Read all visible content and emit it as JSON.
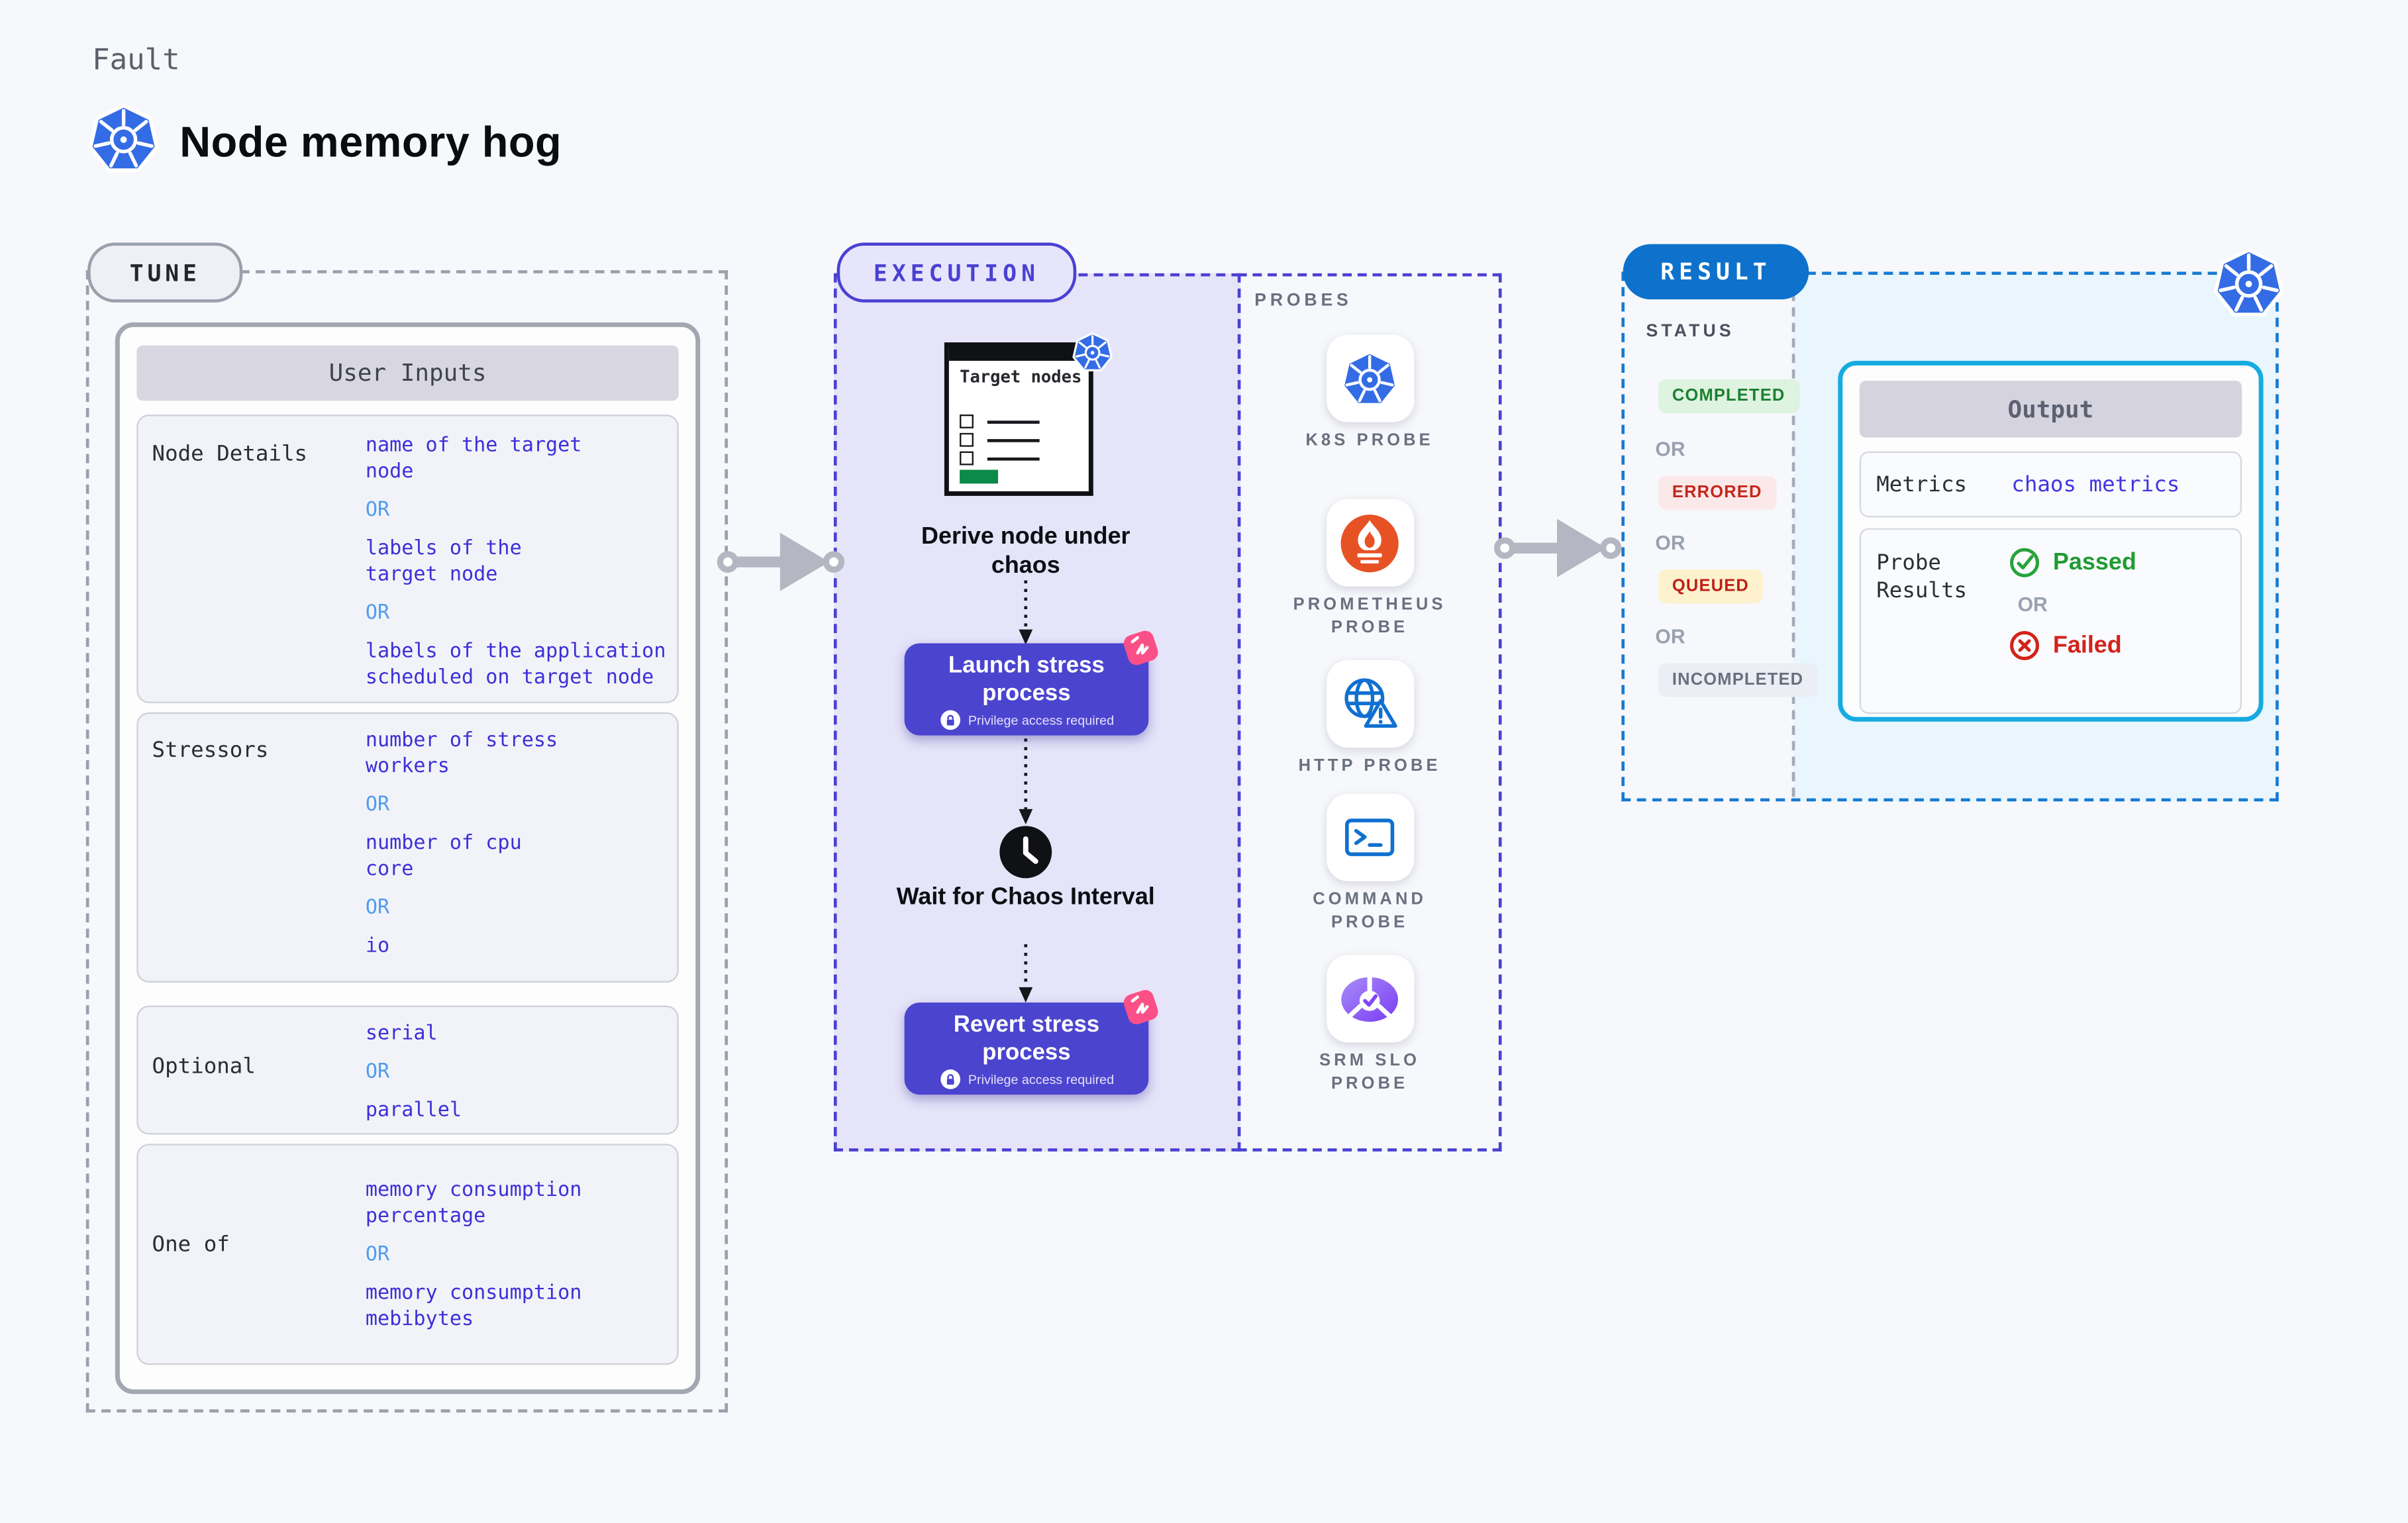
{
  "header": {
    "eyebrow": "Fault",
    "title": "Node memory hog"
  },
  "tune": {
    "badge": "TUNE",
    "table_title": "User Inputs",
    "or_label": "OR",
    "rows": [
      {
        "label": "Node Details",
        "options": [
          "name of the target\nnode",
          "labels of the\ntarget node",
          "labels of the application\nscheduled on target node"
        ]
      },
      {
        "label": "Stressors",
        "options": [
          "number of stress\nworkers",
          "number of cpu\ncore",
          "io"
        ]
      },
      {
        "label": "Optional",
        "options": [
          "serial",
          "parallel"
        ]
      },
      {
        "label": "One of",
        "options": [
          "memory consumption\npercentage",
          "memory consumption\nmebibytes"
        ]
      }
    ]
  },
  "execution": {
    "badge": "EXECUTION",
    "target_window_title": "Target nodes",
    "step_derive": "Derive node under chaos",
    "step_launch": "Launch stress process",
    "step_wait": "Wait for Chaos Interval",
    "step_revert": "Revert stress process",
    "privilege_note": "Privilege access required"
  },
  "probes": {
    "heading": "PROBES",
    "items": [
      {
        "label": "K8S PROBE",
        "icon": "kubernetes-icon"
      },
      {
        "label": "PROMETHEUS PROBE",
        "icon": "prometheus-icon"
      },
      {
        "label": "HTTP PROBE",
        "icon": "globe-warning-icon"
      },
      {
        "label": "COMMAND PROBE",
        "icon": "terminal-icon"
      },
      {
        "label": "SRM SLO PROBE",
        "icon": "gauge-check-icon"
      }
    ]
  },
  "result": {
    "badge": "RESULT",
    "status_heading": "STATUS",
    "or_label": "OR",
    "statuses": [
      {
        "label": "COMPLETED"
      },
      {
        "label": "ERRORED"
      },
      {
        "label": "QUEUED"
      },
      {
        "label": "INCOMPLETED"
      }
    ],
    "output": {
      "title": "Output",
      "metrics_label": "Metrics",
      "metrics_value": "chaos metrics",
      "probe_results_label": "Probe Results",
      "passed_label": "Passed",
      "failed_label": "Failed"
    }
  },
  "colors": {
    "page_bg": "#f7f8fb",
    "accent_indigo": "#4b44cf",
    "execution_panel_bg": "#e6e4f9",
    "execution_dashed": "#4a41d2",
    "tune_dashed_gray": "#9aa0ac",
    "value_blue": "#3c30d8",
    "or_light_blue": "#4f9cf0",
    "k8s_blue": "#336ce4",
    "prometheus_orange": "#e75225",
    "probe_icon_blue": "#1070d0",
    "srm_purple": "#7a3bf5",
    "pink_badge": "#fb5087",
    "result_pill_blue": "#0e72cc",
    "result_dashed_blue": "#177ad2",
    "result_panel_bg": "#e9f6fd",
    "output_border_cyan": "#16abe0",
    "passed_green": "#1f9c32",
    "failed_red": "#d2231a",
    "completed_bg": "#def3e0",
    "completed_fg": "#1d8032",
    "errored_bg": "#fbe9e9",
    "errored_fg": "#c5271c",
    "queued_bg": "#fdf2cd",
    "queued_fg": "#bf2019",
    "incompleted_bg": "#eceef5",
    "incompleted_fg": "#68707f",
    "arrow_gray": "#b4b6c1",
    "target_button_green": "#0c8a47"
  }
}
